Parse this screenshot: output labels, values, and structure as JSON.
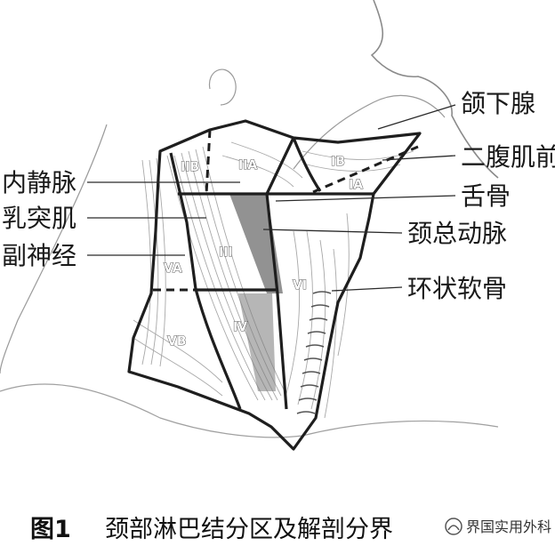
{
  "labels_right": {
    "submandibular_gland": "颌下腺",
    "digastric": "二腹肌前",
    "hyoid": "舌骨",
    "carotid": "颈总动脉",
    "cricoid": "环状软骨"
  },
  "labels_left": {
    "jugular_vein": "内静脉",
    "sternocleidomastoid": "乳突肌",
    "accessory_nerve": "副神经"
  },
  "zones": {
    "IA": "IA",
    "IB": "IB",
    "IIA": "IIA",
    "IIB": "IIB",
    "III": "III",
    "IV": "IV",
    "VA": "VA",
    "VB": "VB",
    "VI": "VI"
  },
  "caption": {
    "figure_label": "图1",
    "title": "颈部淋巴结分区及解剖分界"
  },
  "watermark": {
    "text": "界国实用外科"
  },
  "colors": {
    "line": "#1e1e1e",
    "shade": "#6e6e6e",
    "muscle": "#9a9a9a"
  }
}
